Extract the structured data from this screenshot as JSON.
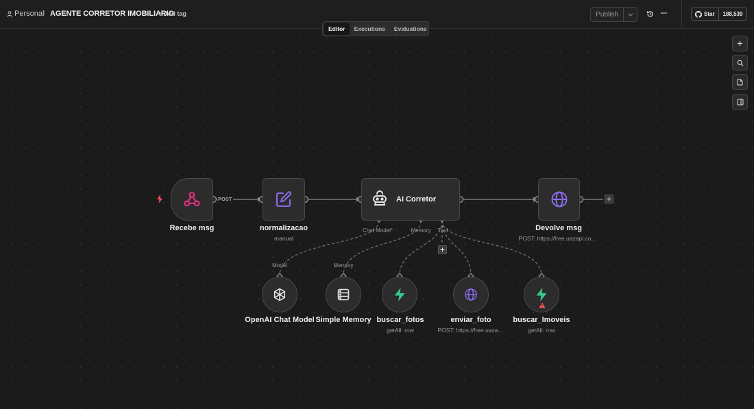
{
  "header": {
    "user_label": "Personal",
    "separator": "/",
    "workflow_name": "AGENTE CORRETOR IMOBILIARIO",
    "add_tag_label": "+ Add tag",
    "publish_label": "Publish",
    "more_label": "···",
    "github_star_label": "Star",
    "github_star_count": "188,539"
  },
  "tabs": [
    {
      "label": "Editor",
      "active": true
    },
    {
      "label": "Executions",
      "active": false
    },
    {
      "label": "Evaluations",
      "active": false
    }
  ],
  "canvas_controls": [
    "zoom-in-icon",
    "search-icon",
    "sticky-note-icon",
    "panel-toggle-icon"
  ],
  "edge_labels": {
    "post": "POST"
  },
  "nodes": {
    "recebe": {
      "label": "Recebe msg",
      "icon": "webhook-icon"
    },
    "normalizacao": {
      "label": "normalizacao",
      "subtitle": "manual",
      "icon": "edit-icon"
    },
    "agent": {
      "label": "AI Corretor",
      "icon": "robot-icon"
    },
    "devolve": {
      "label": "Devolve msg",
      "subtitle": "POST: https://free.uazapi.co...",
      "icon": "globe-icon"
    },
    "openai": {
      "label": "OpenAI Chat Model",
      "icon": "openai-icon"
    },
    "memory": {
      "label": "Simple Memory",
      "icon": "database-icon"
    },
    "buscar_fotos": {
      "label": "buscar_fotos",
      "subtitle": "getAll: row",
      "icon": "bolt-icon"
    },
    "enviar_foto": {
      "label": "enviar_foto",
      "subtitle": "POST: https://free.uaza...",
      "icon": "globe-icon"
    },
    "buscar_imoveis": {
      "label": "buscar_Imoveis",
      "subtitle": "getAll: row",
      "icon": "bolt-icon",
      "warning": true
    }
  },
  "ports": {
    "chat_model": "Chat Model",
    "chat_model_required": "*",
    "memory": "Memory",
    "tool": "Tool",
    "model": "Model",
    "memory_in": "Memory"
  },
  "colors": {
    "accent_pink": "#e0317a",
    "accent_purple": "#8b6cf0",
    "accent_green": "#35c98a",
    "warning_red": "#ff5a5a"
  }
}
